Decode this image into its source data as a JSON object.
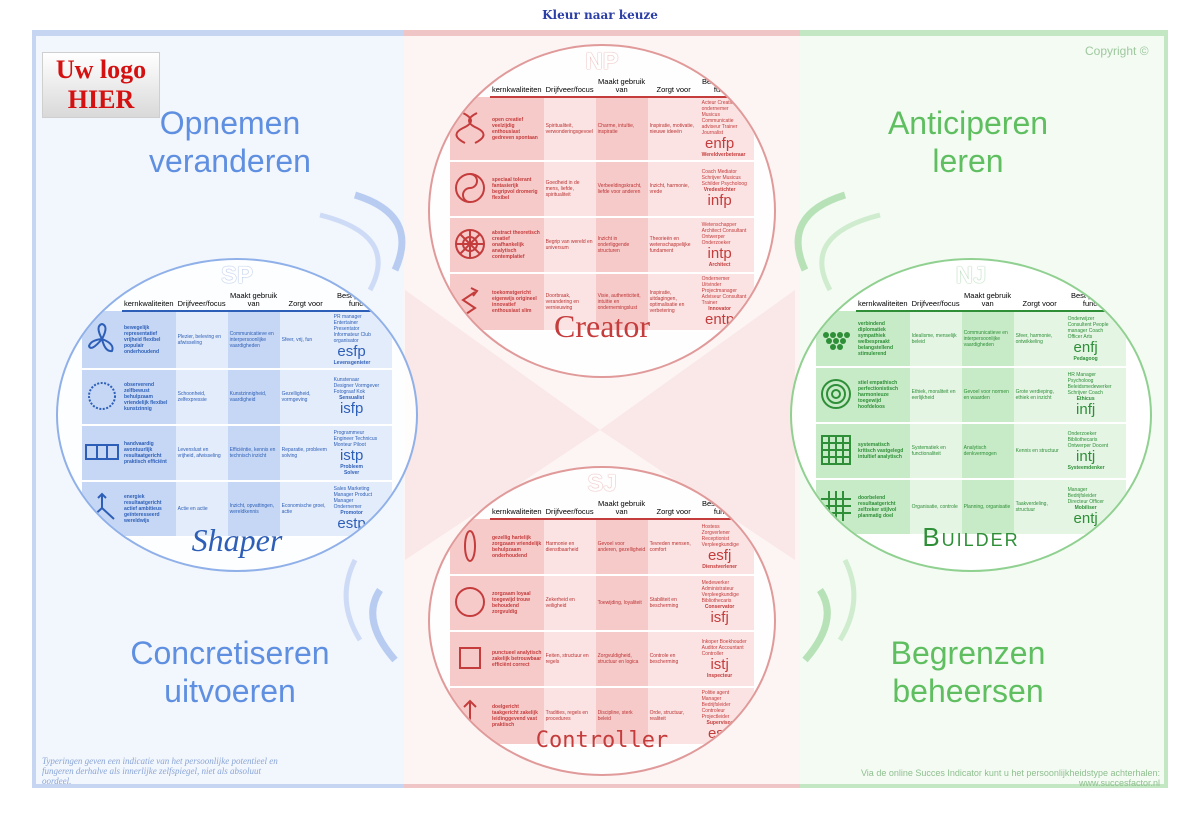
{
  "header": {
    "title": "Kleur naar keuze",
    "copyright": "Copyright ©"
  },
  "logo": {
    "line1": "Uw logo",
    "line2": "HIER"
  },
  "corners": {
    "top_left": [
      "Opnemen",
      "veranderen"
    ],
    "top_right": [
      "Anticiperen",
      "leren"
    ],
    "bottom_left": [
      "Concretiseren",
      "uitvoeren"
    ],
    "bottom_right": [
      "Begrenzen",
      "beheersen"
    ]
  },
  "columns": [
    "kernkwaliteiten",
    "Drijfveer/focus",
    "Maakt gebruik van",
    "Zorgt voor",
    "Best passende functies"
  ],
  "groups": {
    "np": {
      "code": "NP",
      "name": "Creator",
      "color": "#d94a4a",
      "rows": [
        {
          "icon": "helix-icon",
          "type": "enfp",
          "subtitle": "Wereldverbeteraar",
          "qualities": "open creatief veelzijdig enthousiast gedreven spontaan",
          "drive": "Spiritualiteit, verwonderingsgevoel",
          "uses": "Charme, intuïtie, inspiratie",
          "provides": "Inspiratie, motivatie, nieuwe ideeën",
          "functions": "Acteur Creatief ondernemer Musicus Communicatie adviseur Trainer Journalist"
        },
        {
          "icon": "yin-yang-icon",
          "type": "infp",
          "subtitle": "Vredestichter",
          "qualities": "speciaal tolerant fantasierijk begripvol dromerig flexibel",
          "drive": "Goedheid in de mens, liefde, spiritualiteit",
          "uses": "Verbeeldingskracht, liefde voor anderen",
          "provides": "Inzicht, harmonie, vrede",
          "functions": "Coach Mediator Schrijver Musicus Schilder Psycholoog"
        },
        {
          "icon": "web-icon",
          "type": "intp",
          "subtitle": "Architect",
          "qualities": "abstract theoretisch creatief onafhankelijk analytisch contemplatief",
          "drive": "Begrip van wereld en universum",
          "uses": "Inzicht in onderliggende structuren",
          "provides": "Theorieën en wetenschappelijke fundament",
          "functions": "Wetenschapper Architect Consultant Ontwerper Onderzoeker"
        },
        {
          "icon": "zigzag-arrow-icon",
          "type": "entp",
          "subtitle": "Innovator",
          "qualities": "toekomstgericht eigenwijs origineel innovatief enthousiast slim",
          "drive": "Doorbraak, verandering en vernieuwing",
          "uses": "Visie, authenticiteit, intuïtie en ondernemingslust",
          "provides": "Inspiratie, uitdagingen, optimalisatie en verbetering",
          "functions": "Ondernemer Uitvinder Projectmanager Adviseur Consultant Trainer"
        }
      ]
    },
    "sp": {
      "code": "SP",
      "name": "Shaper",
      "color": "#3d6fc9",
      "rows": [
        {
          "icon": "propeller-icon",
          "type": "esfp",
          "subtitle": "Levensgenieter",
          "qualities": "bewegelijk representatief vrijheid flexibel populair onderhoudend",
          "drive": "Plezier, beleving en afwisseling",
          "uses": "Communicatieve en interpersoonlijke vaardigheden",
          "provides": "Sfeer, vrij, fun",
          "functions": "PR manager Entertainer Presentator Informateur Club organisator"
        },
        {
          "icon": "ring-icon",
          "type": "isfp",
          "subtitle": "Sensualist",
          "qualities": "observerend zelfbewust behulpzaam vriendelijk flexibel kunstzinnig",
          "drive": "Schoonheid, zelfexpressie",
          "uses": "Kunstzinnigheid, vaardigheid",
          "provides": "Gezelligheid, vormgeving",
          "functions": "Kunstenaar Designer Vormgever Fotograaf Kok"
        },
        {
          "icon": "boxes-icon",
          "type": "istp",
          "subtitle": "Probleem Solver",
          "qualities": "handvaardig avontuurlijk resultaatgericht praktisch efficiënt",
          "drive": "Levenslust en vrijheid, afwisseling",
          "uses": "Efficiëntie, kennis en technisch inzicht",
          "provides": "Reparatie, probleem solving",
          "functions": "Programmeur Engineer Technicus Monteur Piloot"
        },
        {
          "icon": "tri-arrow-icon",
          "type": "estp",
          "subtitle": "Promotor",
          "qualities": "energiek resultaatgericht actief ambitieus geïnteresseerd wereldwijs",
          "drive": "Actie en actie",
          "uses": "Inzicht, opvattingen, wereldkennis",
          "provides": "Economische groei, actie",
          "functions": "Sales Marketing Manager Product Manager Ondernemer"
        }
      ]
    },
    "nj": {
      "code": "NJ",
      "name": "Builder",
      "color": "#3fa34a",
      "rows": [
        {
          "icon": "sphere-stack-icon",
          "type": "enfj",
          "subtitle": "Pedagoog",
          "qualities": "verbindend diplomatiek sympathiek welbespraakt belangstellend stimulerend",
          "drive": "Idealisme, menselijk beleid",
          "uses": "Communicatieve en interpersoonlijke vaardigheden",
          "provides": "Sfeer, harmonie, ontwikkeling",
          "functions": "Onderwijzer Consultent People manager Coach Officer Arts"
        },
        {
          "icon": "target-icon",
          "type": "infj",
          "subtitle": "Ethicus",
          "qualities": "stiel empathisch perfectionistisch harmonieuze toegewijd hoofdeloos",
          "drive": "Ethiek, moraliteit en eerlijkheid",
          "uses": "Gevoel voor normen en waarden",
          "provides": "Grote verdieping, ethiek en inzicht",
          "functions": "HR Manager Psycholoog Beleidsmedewerker Schrijver Coach"
        },
        {
          "icon": "grid-icon",
          "type": "intj",
          "subtitle": "Systeemdenker",
          "qualities": "systematisch kritisch vastgelegd intuïtief analytisch",
          "drive": "Systematiek en functionaliteit",
          "uses": "Analytisch denkvermogen",
          "provides": "Kennis en structuur",
          "functions": "Onderzoeker Bibliothecaris Ontwerper Docent"
        },
        {
          "icon": "hashgrid-icon",
          "type": "entj",
          "subtitle": "Mobiliser",
          "qualities": "doorbelend resultaatgericht zelfzeker stijlvol planmatig doel",
          "drive": "Organisatie, controle",
          "uses": "Planning, organisatie",
          "provides": "Taakverdeling, structuur",
          "functions": "Manager Bedrijfsleider Directeur Officer"
        }
      ]
    },
    "sj": {
      "code": "SJ",
      "name": "Controller",
      "color": "#d94a4a",
      "rows": [
        {
          "icon": "oval-icon",
          "type": "esfj",
          "subtitle": "Dienstverlener",
          "qualities": "gezellig hartelijk zorgzaam vriendelijk behulpzaam onderhoudend",
          "drive": "Harmonie en dienstbaarheid",
          "uses": "Gevoel voor anderen, gezelligheid",
          "provides": "Tevreden mensen, comfort",
          "functions": "Hostess Zorgverlener Receptionist Verpleegkundige"
        },
        {
          "icon": "circle-icon",
          "type": "isfj",
          "subtitle": "Conservator",
          "qualities": "zorgzaam loyaal toegewijd trouw behoudend zorgvuldig",
          "drive": "Zekerheid en veiligheid",
          "uses": "Toewijding, loyaliteit",
          "provides": "Stabiliteit en bescherming",
          "functions": "Medewerker Administrateur Verpleegkundige Bibliothecaris"
        },
        {
          "icon": "square-icon",
          "type": "istj",
          "subtitle": "Inspecteur",
          "qualities": "punctueel analytisch zakelijk betrouwbaar efficiënt correct",
          "drive": "Feiten, structuur en regels",
          "uses": "Zorgvuldigheid, structuur en logica",
          "provides": "Controle en bescherming",
          "functions": "Inkoper Boekhouder Auditor Accountant Controller"
        },
        {
          "icon": "up-arrow-icon",
          "type": "estj",
          "subtitle": "Supervisor",
          "qualities": "doelgericht taakgericht zakelijk leidinggevend vast praktisch",
          "drive": "Tradities, regels en procedures",
          "uses": "Discipline, sterk beleid",
          "provides": "Orde, structuur, realiteit",
          "functions": "Politie agent Manager Bedrijfsleider Controleur Projectleider"
        }
      ]
    }
  },
  "footer": {
    "left": "Typeringen geven een indicatie van het persoonlijke potentieel en fungeren derhalve als innerlijke zelfspiegel, niet als absoluut oordeel.",
    "right": "Via de online Succes Indicator kunt u het persoonlijkheidstype achterhalen: www.succesfactor.nl"
  }
}
